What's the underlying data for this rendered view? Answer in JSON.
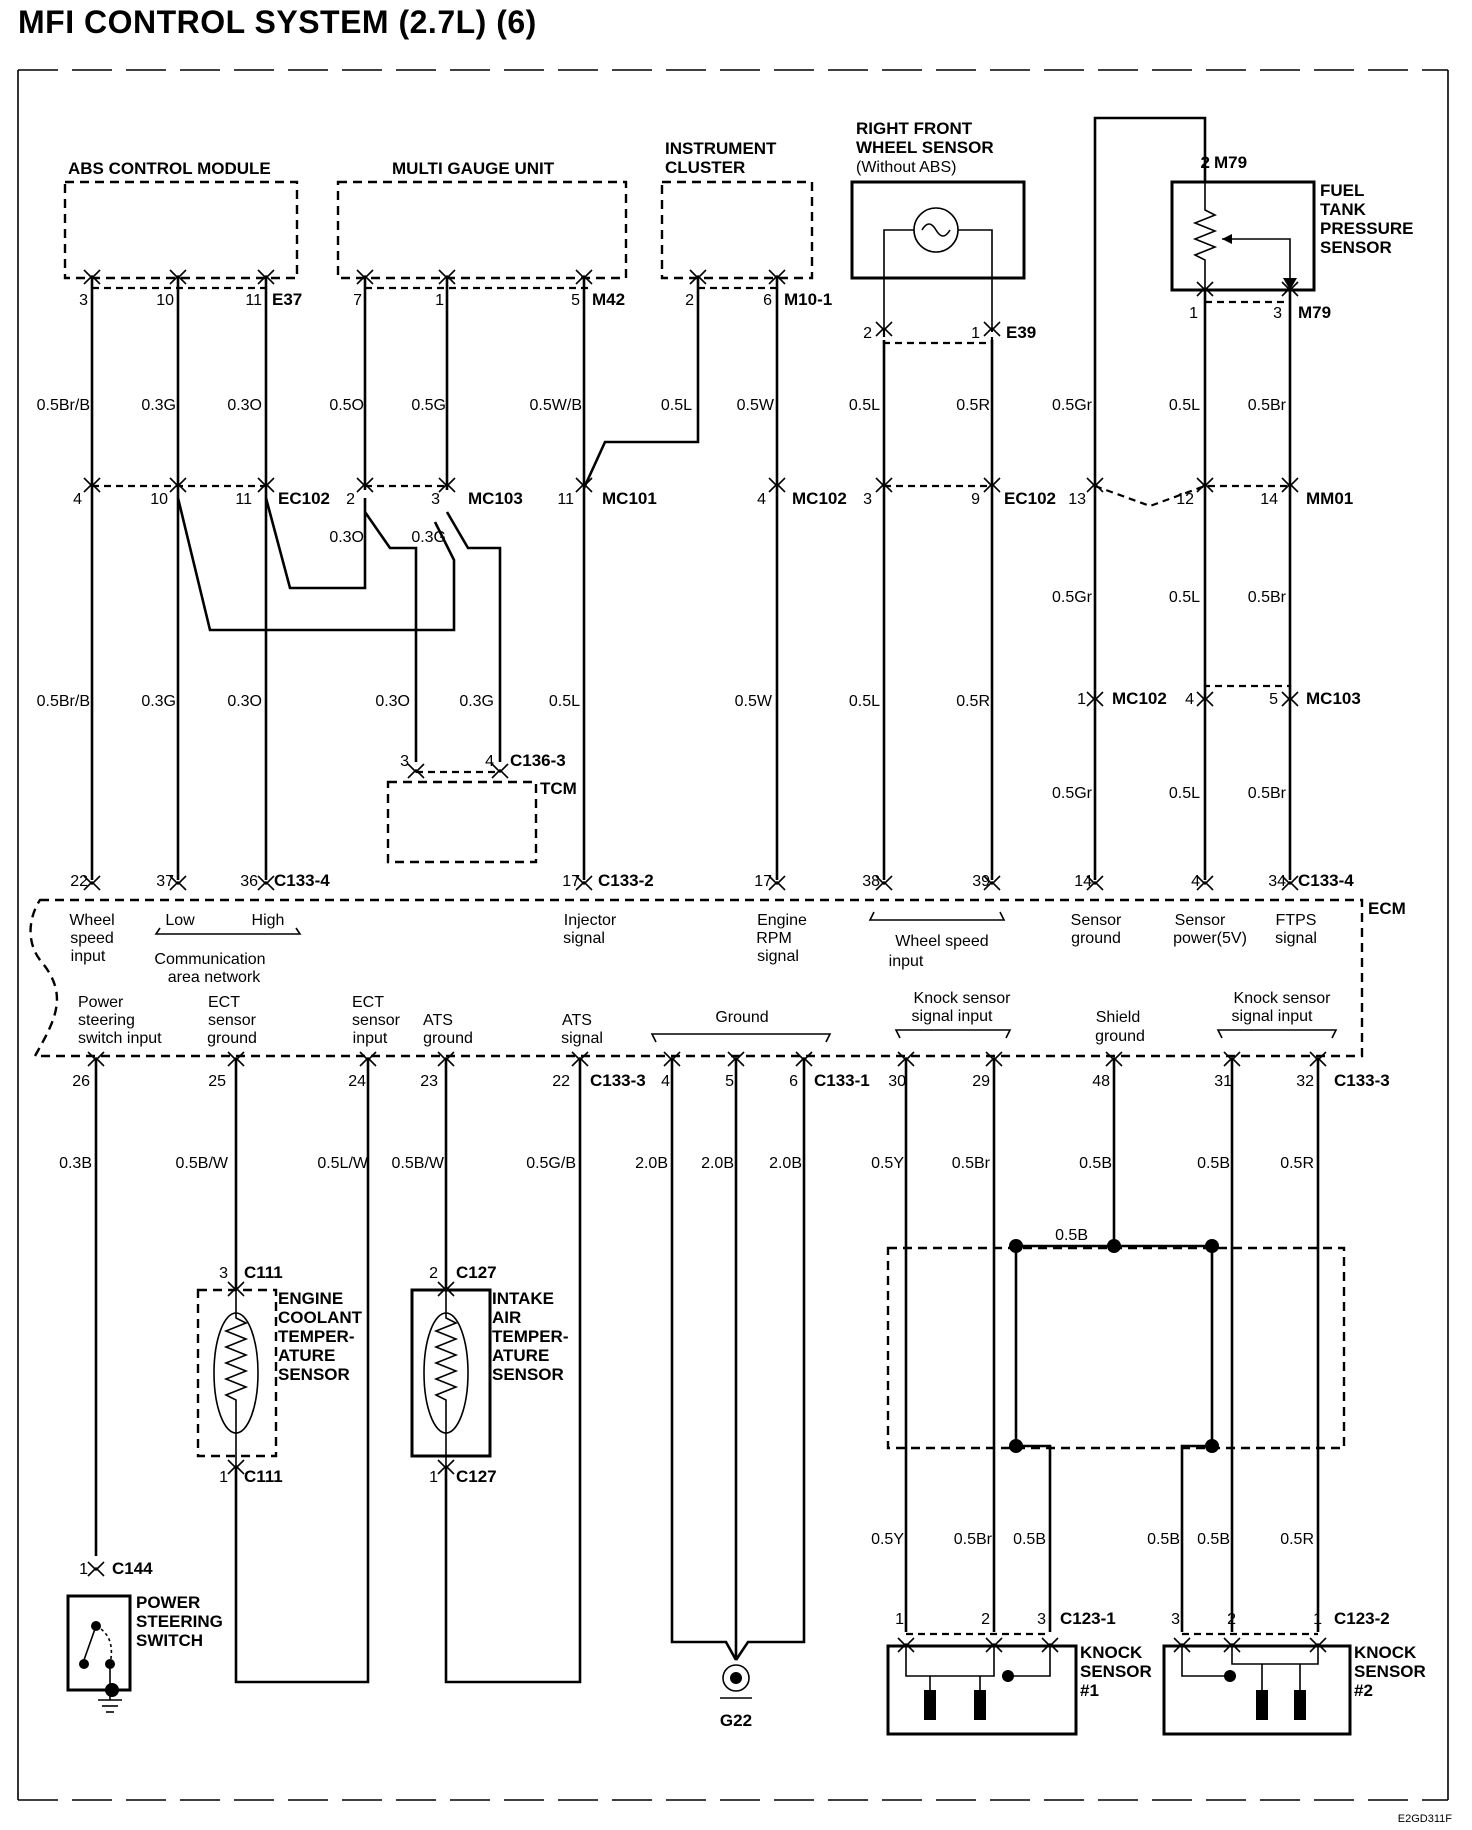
{
  "title": "MFI CONTROL SYSTEM (2.7L) (6)",
  "figure_ref": "E2GD311F",
  "components": {
    "abs_module": "ABS CONTROL MODULE",
    "multi_gauge": "MULTI GAUGE UNIT",
    "instrument_cluster": [
      "INSTRUMENT",
      "CLUSTER"
    ],
    "rf_wheel_sensor": [
      "RIGHT FRONT",
      "WHEEL SENSOR",
      "(Without ABS)"
    ],
    "fuel_tank_sensor": [
      "FUEL",
      "TANK",
      "PRESSURE",
      "SENSOR"
    ],
    "tcm": "TCM",
    "ecm": "ECM",
    "ect_sensor": [
      "ENGINE",
      "COOLANT",
      "TEMPER-",
      "ATURE",
      "SENSOR"
    ],
    "iat_sensor": [
      "INTAKE",
      "AIR",
      "TEMPER-",
      "ATURE",
      "SENSOR"
    ],
    "ps_switch": [
      "POWER",
      "STEERING",
      "SWITCH"
    ],
    "ground": "G22",
    "knock1": [
      "KNOCK",
      "SENSOR",
      "#1"
    ],
    "knock2": [
      "KNOCK",
      "SENSOR",
      "#2"
    ]
  },
  "connectors": {
    "E37": "E37",
    "M42": "M42",
    "M10_1": "M10-1",
    "E39": "E39",
    "M79": "M79",
    "EC102": "EC102",
    "MC103": "MC103",
    "MC101": "MC101",
    "MC102": "MC102",
    "MM01": "MM01",
    "C136_3": "C136-3",
    "C133_4": "C133-4",
    "C133_2": "C133-2",
    "C133_3": "C133-3",
    "C133_1": "C133-1",
    "C111": "C111",
    "C127": "C127",
    "C144": "C144",
    "C123_1": "C123-1",
    "C123_2": "C123-2"
  },
  "pins": {
    "abs": [
      "3",
      "10",
      "11"
    ],
    "mgu": [
      "7",
      "1",
      "5"
    ],
    "ic": [
      "2",
      "6"
    ],
    "rfws": [
      "2",
      "1"
    ],
    "m79_top": "2",
    "m79": [
      "1",
      "3"
    ],
    "mid": [
      "4",
      "10",
      "11",
      "2",
      "3",
      "11",
      "4",
      "3",
      "9",
      "13",
      "12",
      "14"
    ],
    "low": [
      "1",
      "4",
      "5"
    ],
    "tcm": [
      "3",
      "4"
    ],
    "ecm_top": [
      "22",
      "37",
      "36",
      "17",
      "17",
      "38",
      "39",
      "14",
      "4",
      "34"
    ],
    "ecm_bot": [
      "26",
      "25",
      "24",
      "23",
      "22",
      "4",
      "5",
      "6",
      "30",
      "29",
      "48",
      "31",
      "32"
    ],
    "ect": [
      "3",
      "1"
    ],
    "iat": [
      "2",
      "1"
    ],
    "ps": "1",
    "ks1": [
      "1",
      "2",
      "3"
    ],
    "ks2": [
      "3",
      "2",
      "1"
    ]
  },
  "wires_top": [
    "0.5Br/B",
    "0.3G",
    "0.3O",
    "0.5O",
    "0.5G",
    "0.5W/B",
    "0.5L",
    "0.5W",
    "0.5L",
    "0.5R",
    "0.5Gr",
    "0.5L",
    "0.5Br"
  ],
  "wires_mid": [
    "0.3O",
    "0.3G",
    "0.5Gr",
    "0.5L",
    "0.5Br"
  ],
  "wires_low": [
    "0.5Br/B",
    "0.3G",
    "0.3O",
    "0.3O",
    "0.3G",
    "0.5L",
    "0.5W",
    "0.5L",
    "0.5R"
  ],
  "wires_lower": [
    "0.5Gr",
    "0.5L",
    "0.5Br"
  ],
  "wires_bot": [
    "0.3B",
    "0.5B/W",
    "0.5L/W",
    "0.5B/W",
    "0.5G/B",
    "2.0B",
    "2.0B",
    "2.0B",
    "0.5Y",
    "0.5Br",
    "0.5B",
    "0.5B",
    "0.5R"
  ],
  "wires_shield": "0.5B",
  "wires_ks": [
    "0.5Y",
    "0.5Br",
    "0.5B",
    "0.5B",
    "0.5B",
    "0.5R"
  ],
  "ecm_top_labels": {
    "wheel_speed": [
      "Wheel",
      "speed",
      "input"
    ],
    "low": "Low",
    "high": "High",
    "can": [
      "Communication",
      "area network"
    ],
    "injector": [
      "Injector",
      "signal"
    ],
    "rpm": [
      "Engine",
      "RPM",
      "signal"
    ],
    "wheel_speed2": [
      "Wheel speed",
      "input"
    ],
    "sensor_ground": [
      "Sensor",
      "ground"
    ],
    "sensor_power": [
      "Sensor",
      "power(5V)"
    ],
    "ftps": [
      "FTPS",
      "signal"
    ]
  },
  "ecm_bot_labels": {
    "ps": [
      "Power",
      "steering",
      "switch input"
    ],
    "ect_ground": [
      "ECT",
      "sensor",
      "ground"
    ],
    "ect_input": [
      "ECT",
      "sensor",
      "input"
    ],
    "ats_ground": [
      "ATS",
      "ground"
    ],
    "ats_signal": [
      "ATS",
      "signal"
    ],
    "ground": "Ground",
    "knock1": [
      "Knock sensor",
      "signal input"
    ],
    "shield": [
      "Shield",
      "ground"
    ],
    "knock2": [
      "Knock sensor",
      "signal input"
    ]
  }
}
